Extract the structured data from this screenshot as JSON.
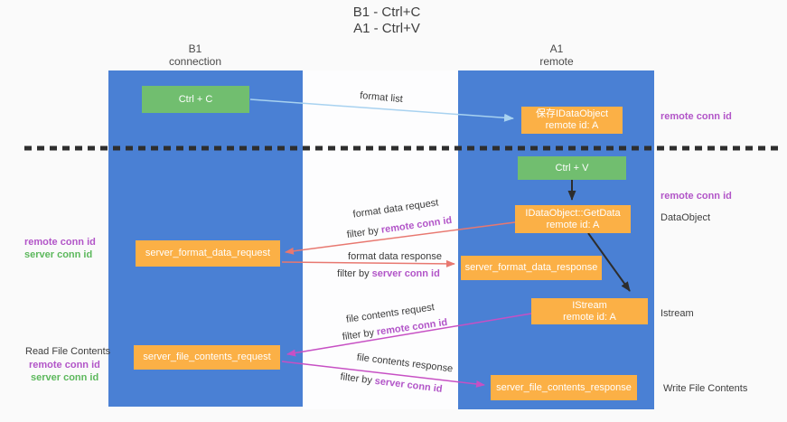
{
  "title": {
    "line1": "B1 - Ctrl+C",
    "line2": "A1 - Ctrl+V"
  },
  "columns": {
    "left": {
      "name": "B1",
      "role": "connection"
    },
    "right": {
      "name": "A1",
      "role": "remote"
    }
  },
  "nodes": {
    "ctrl_c": {
      "label": "Ctrl + C"
    },
    "save_idataobject": {
      "line1": "保存IDataObject",
      "line2": "remote id: A"
    },
    "ctrl_v": {
      "label": "Ctrl + V"
    },
    "getdata": {
      "line1": "IDataObject::GetData",
      "line2": "remote id: A"
    },
    "format_request": {
      "label": "server_format_data_request"
    },
    "format_response": {
      "label": "server_format_data_response"
    },
    "istream": {
      "line1": "IStream",
      "line2": "remote id: A"
    },
    "file_request": {
      "label": "server_file_contents_request"
    },
    "file_response": {
      "label": "server_file_contents_response"
    }
  },
  "arrow_labels": {
    "format_list": "format list",
    "format_data_request": "format data request",
    "format_data_response": "format data response",
    "file_contents_request": "file contents request",
    "file_contents_response": "file contents response"
  },
  "terms": {
    "filter_by": "filter by",
    "remote_conn_id": "remote conn id",
    "server_conn_id": "server conn id"
  },
  "side_labels": {
    "dataobject": "DataObject",
    "istream": "Istream",
    "read_file_contents": "Read File Contents",
    "write_file_contents": "Write File Contents"
  },
  "colors": {
    "column_blue": "#4A80D4",
    "box_orange": "#FBB046",
    "box_green": "#71BE6F",
    "purple_text": "#B255C8",
    "green_text": "#5CB85C",
    "arrow_lightblue": "#A8D2F0",
    "arrow_red": "#E87870",
    "arrow_magenta": "#C750C4",
    "arrow_black": "#2D2D2D",
    "text_dark": "#3D3D3D",
    "background": "#FAFAFA"
  }
}
